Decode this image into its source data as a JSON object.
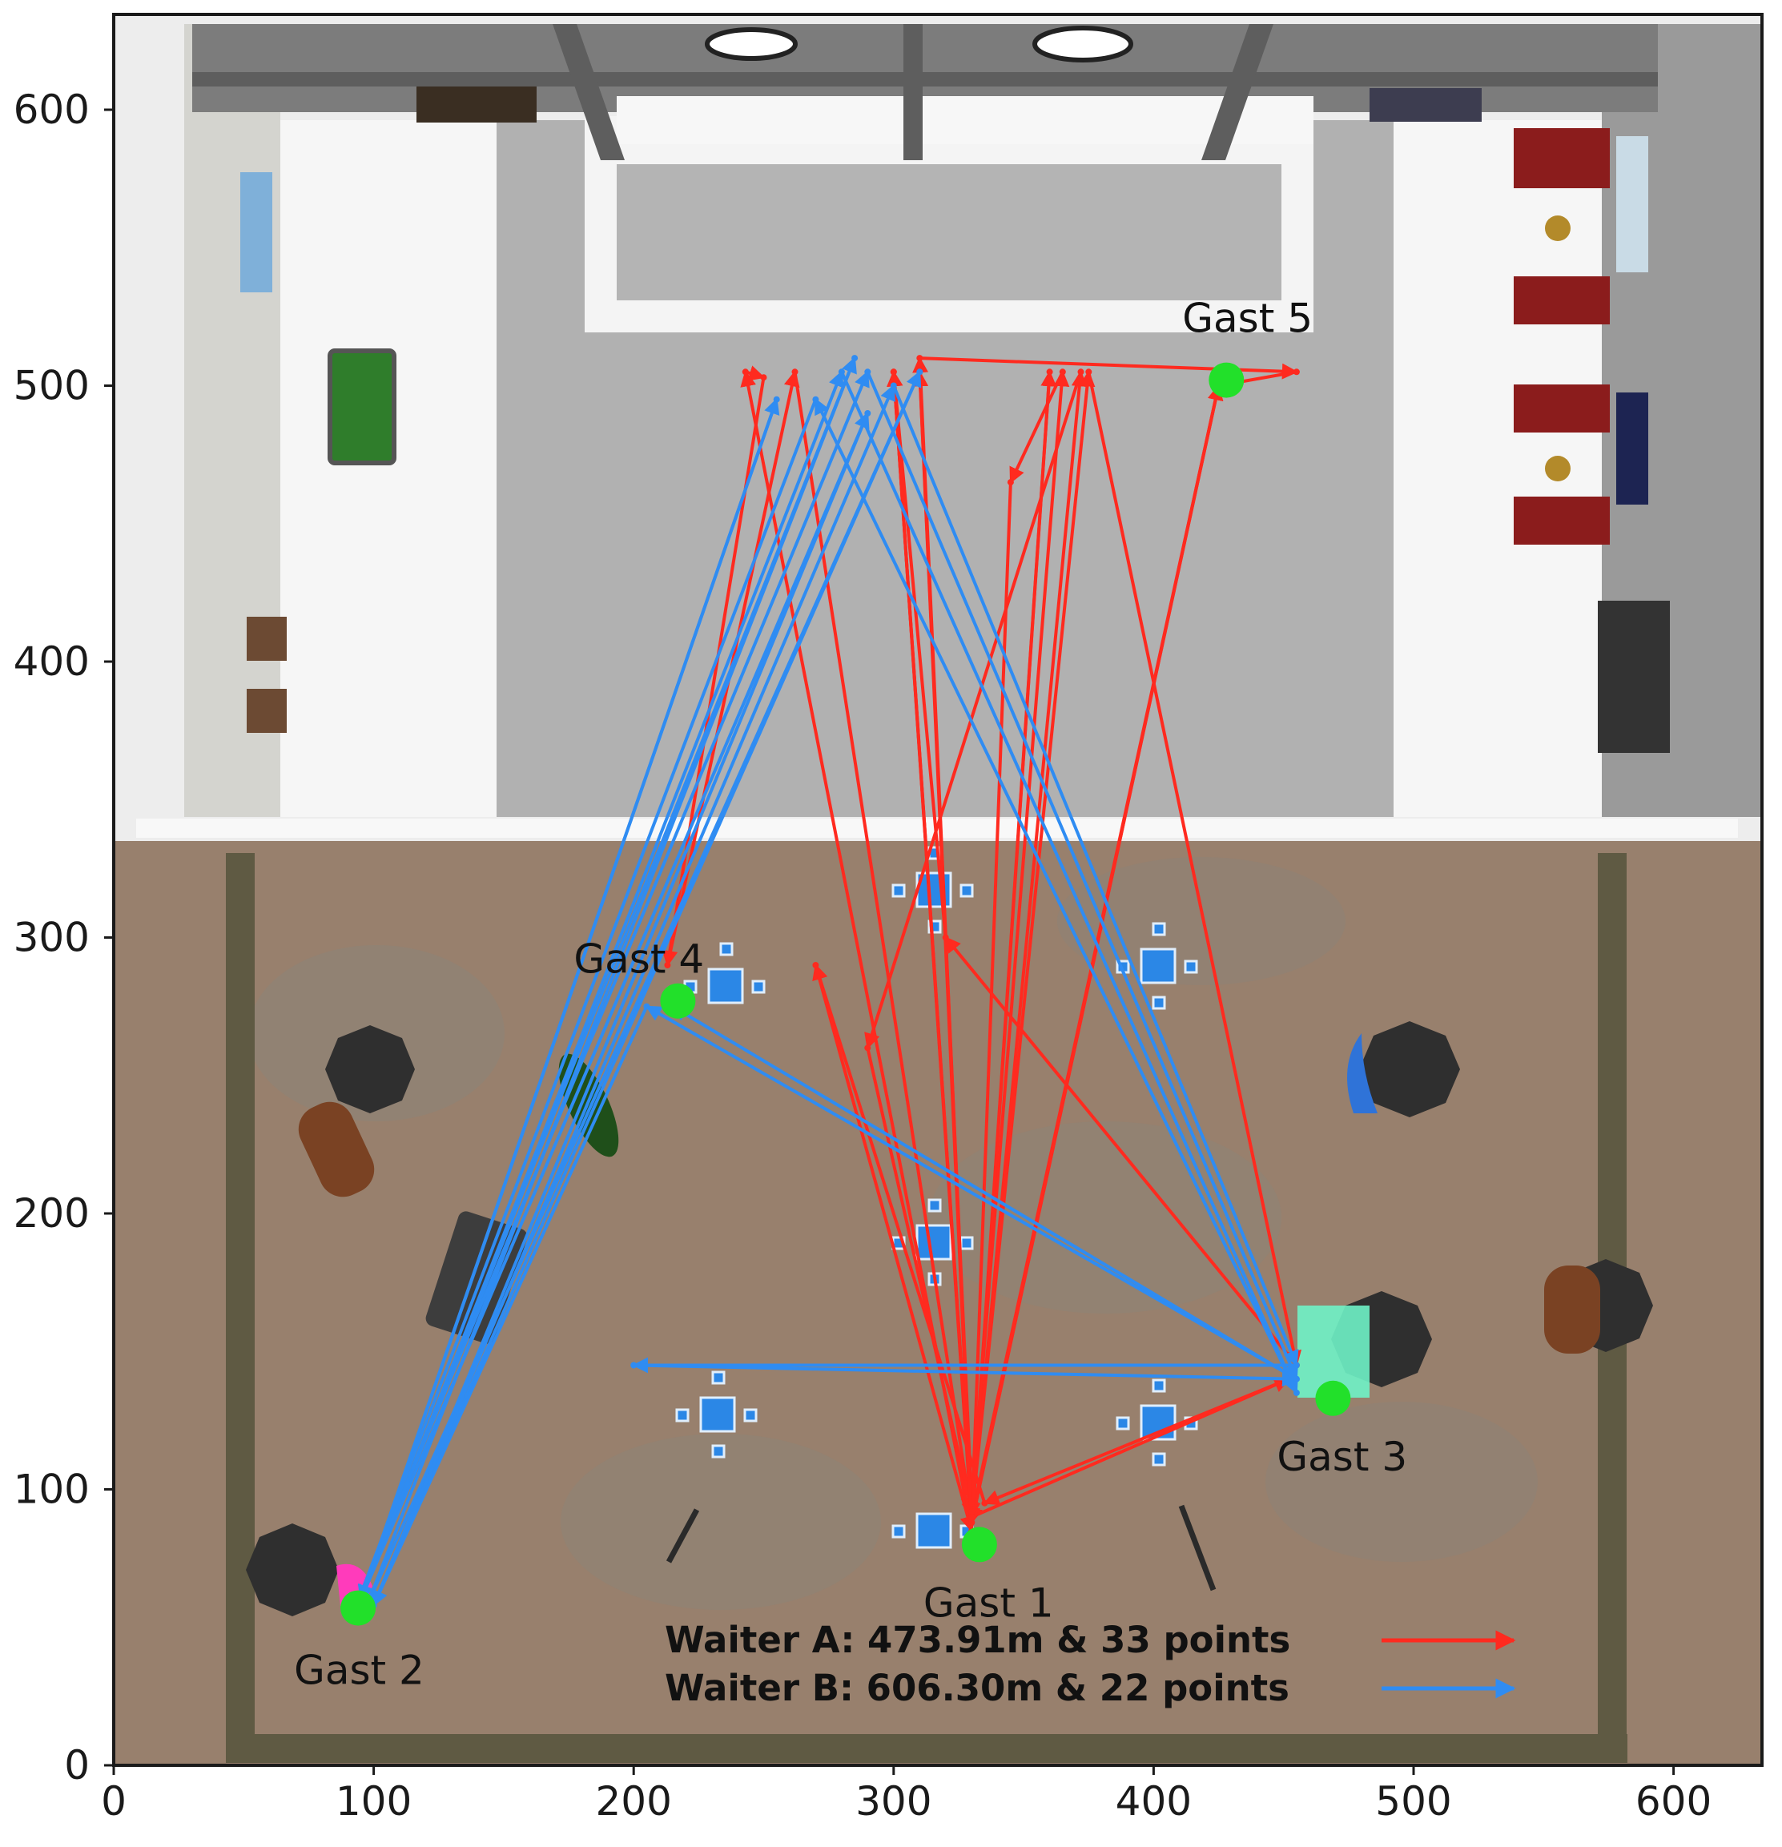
{
  "chart_data": {
    "type": "scatter",
    "title": "",
    "xlabel": "",
    "ylabel": "",
    "xlim": [
      0,
      635
    ],
    "ylim": [
      0,
      635
    ],
    "xticks": [
      0,
      100,
      200,
      300,
      400,
      500,
      600
    ],
    "yticks": [
      0,
      100,
      200,
      300,
      400,
      500,
      600
    ],
    "xtick_labels": [
      "0",
      "100",
      "200",
      "300",
      "400",
      "500",
      "600"
    ],
    "ytick_labels": [
      "0",
      "100",
      "200",
      "300",
      "400",
      "500",
      "600"
    ],
    "grid": false,
    "legend_placement": "bottom-right",
    "background": "overhead floor plan of a cafe: indoor bar area (upper part) and outdoor terrace (lower part)",
    "guests": [
      {
        "label": "Gast 1",
        "x": 333,
        "y": 80
      },
      {
        "label": "Gast 2",
        "x": 94,
        "y": 57
      },
      {
        "label": "Gast 3",
        "x": 469,
        "y": 133
      },
      {
        "label": "Gast 4",
        "x": 217,
        "y": 277
      },
      {
        "label": "Gast 5",
        "x": 428,
        "y": 502
      }
    ],
    "series": [
      {
        "name": "Waiter A: 473.91m & 33 points",
        "color": "#ff2a1f",
        "x": [
          330,
          243,
          250,
          213,
          262,
          330,
          372,
          290,
          330,
          310,
          455,
          425,
          330,
          310,
          330,
          365,
          345,
          330,
          300,
          330,
          425,
          330,
          360,
          330,
          375,
          455,
          320,
          300,
          330,
          452,
          335,
          270,
          330
        ],
        "y": [
          85,
          505,
          503,
          290,
          505,
          90,
          505,
          260,
          92,
          510,
          505,
          500,
          88,
          505,
          95,
          505,
          465,
          88,
          505,
          90,
          500,
          88,
          505,
          90,
          505,
          145,
          300,
          505,
          90,
          140,
          95,
          290,
          85
        ]
      },
      {
        "name": "Waiter B: 606.30m & 22 points",
        "color": "#2f8cf2",
        "x": [
          94,
          255,
          95,
          290,
          100,
          310,
          97,
          285,
          95,
          280,
          455,
          270,
          93,
          290,
          455,
          205,
          100,
          300,
          455,
          200,
          455,
          215
        ],
        "y": [
          57,
          495,
          60,
          490,
          58,
          505,
          57,
          510,
          60,
          505,
          135,
          495,
          57,
          505,
          140,
          275,
          58,
          500,
          145,
          145,
          140,
          275
        ]
      }
    ]
  },
  "legend": {
    "waiter_a": "Waiter A: 473.91m & 33 points",
    "waiter_b": "Waiter B: 606.30m & 22 points",
    "waiter_a_color": "#ff2a1f",
    "waiter_b_color": "#2f8cf2"
  },
  "colors": {
    "guest_marker": "#22e02a",
    "indoor_floor": "#b1b1b1",
    "terrace_floor": "#98806d",
    "wall": "#f0f0f0"
  }
}
